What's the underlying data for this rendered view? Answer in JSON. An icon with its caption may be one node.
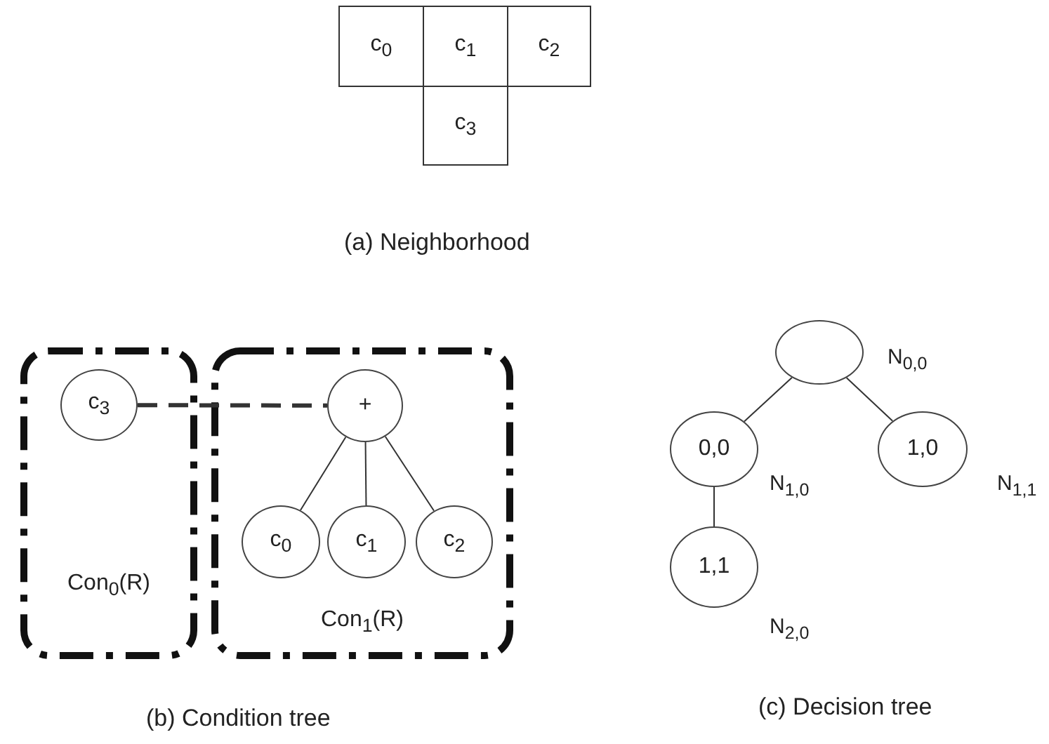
{
  "diagram": {
    "nodes": [
      {
        "text": [
          "c$_{0}$"
        ]
      },
      {
        "text": [
          "c$_{1}$"
        ]
      },
      {
        "text": [
          "c$_{2}$"
        ]
      },
      {
        "text": [
          "c$_{3}$"
        ]
      },
      {
        "text": [
          "Con$_{0}$(R)"
        ]
      },
      {
        "text": [
          "c$_{3}$"
        ],
        "in": 4
      },
      {
        "text": [
          "Con$_{1}$(R)"
        ]
      },
      {
        "text": [
          "+"
        ],
        "in": 6
      },
      {
        "text": [
          "c$_{0}$"
        ],
        "in": 6
      },
      {
        "text": [
          "c$_{1}$"
        ],
        "in": 6
      },
      {
        "text": [
          "c$_{2}$"
        ],
        "in": 6
      },
      {
        "text": [],
        "shape": "circle",
        "beside": [
          "N$_{0,0}$"
        ]
      },
      {
        "text": [
          "0,0"
        ],
        "beside": [
          "N$_{1,0}$"
        ]
      },
      {
        "text": [
          "1,0"
        ],
        "beside": [
          "N$_{1,1}$"
        ]
      },
      {
        "text": [
          "1,1"
        ],
        "beside": [
          "N$_{2,0}$"
        ]
      }
    ],
    "edges": [
      {
        "from": 5,
        "to": 7,
        "arrow": "none",
        "style": "dashed"
      },
      {
        "from": 7,
        "to": 8,
        "arrow": "none"
      },
      {
        "from": 7,
        "to": 9,
        "arrow": "none"
      },
      {
        "from": 7,
        "to": 10,
        "arrow": "none"
      },
      {
        "from": 11,
        "to": 12,
        "arrow": "none"
      },
      {
        "from": 11,
        "to": 13,
        "arrow": "none"
      },
      {
        "from": 12,
        "to": 14,
        "arrow": "none"
      }
    ],
    "labels": [
      "(a) Neighborhood",
      "(b) Condition tree",
      "(c) Decision tree"
    ]
  }
}
